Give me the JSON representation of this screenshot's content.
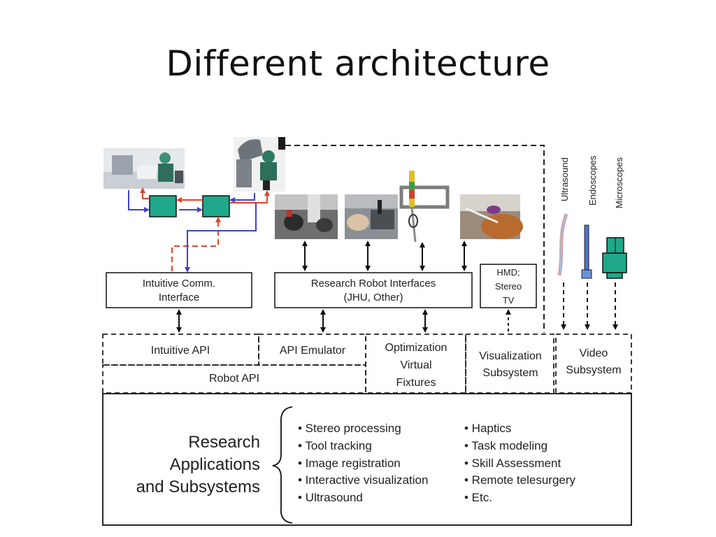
{
  "slide": {
    "title": "Different architecture"
  },
  "diagram": {
    "boxes": {
      "intuitive_comm": [
        "Intuitive Comm.",
        "Interface"
      ],
      "research_robot": [
        "Research Robot Interfaces",
        "(JHU, Other)"
      ],
      "hmd": [
        "HMD;",
        "Stereo",
        "TV"
      ]
    },
    "layers": {
      "intuitive_api": "Intuitive API",
      "api_emulator": "API Emulator",
      "robot_api": "Robot API",
      "optimization": [
        "Optimization",
        "Virtual",
        "Fixtures"
      ],
      "visualization": [
        "Visualization",
        "Subsystem"
      ],
      "video": [
        "Video",
        "Subsystem"
      ]
    },
    "devices": [
      "Ultrasound",
      "Endoscopes",
      "Microscopes"
    ],
    "research": {
      "label": [
        "Research",
        "Applications",
        "and Subsystems"
      ],
      "left_items": [
        "• Stereo processing",
        "• Tool tracking",
        "• Image registration",
        "• Interactive visualization",
        "• Ultrasound"
      ],
      "right_items": [
        "• Haptics",
        "• Task modeling",
        "• Skill Assessment",
        "• Remote telesurgery",
        "• Etc."
      ]
    },
    "colors": {
      "module_green": "#1fa889",
      "red_arrow": "#e0452b",
      "blue_arrow": "#3d44c8",
      "dashed_line": "#222222"
    }
  }
}
